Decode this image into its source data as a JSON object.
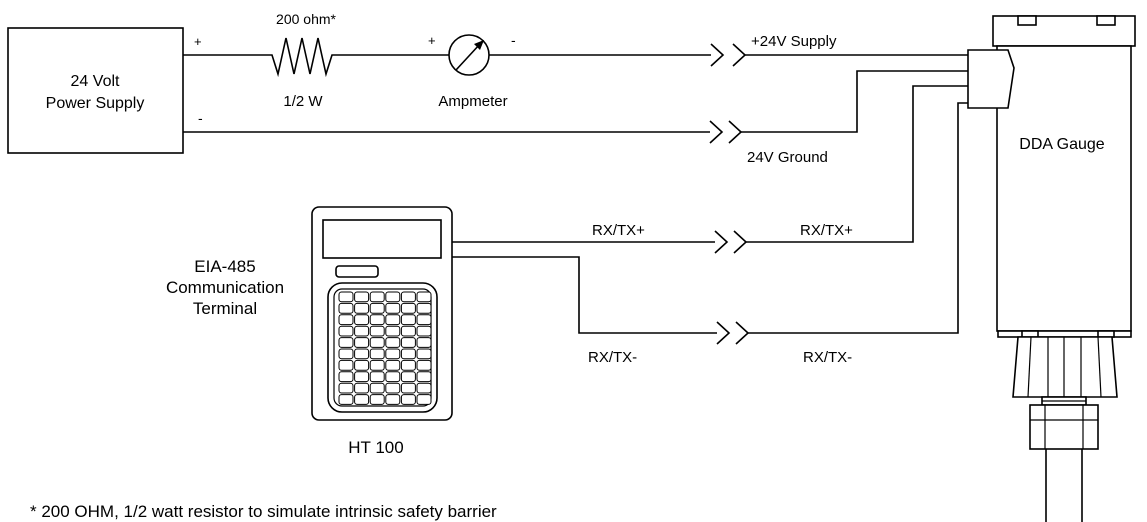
{
  "power_supply": {
    "line1": "24 Volt",
    "line2": "Power Supply",
    "plus": "+",
    "minus": "-"
  },
  "resistor": {
    "value": "200 ohm*",
    "rating": "1/2 W"
  },
  "ampmeter": {
    "label": "Ampmeter",
    "plus": "+",
    "minus": "-"
  },
  "wires": {
    "supply": "+24V Supply",
    "ground": "24V Ground",
    "rxtx_plus_left": "RX/TX+",
    "rxtx_plus_right": "RX/TX+",
    "rxtx_minus_left": "RX/TX-",
    "rxtx_minus_right": "RX/TX-"
  },
  "terminal": {
    "line1": "EIA-485",
    "line2": "Communication",
    "line3": "Terminal",
    "model": "HT 100"
  },
  "gauge": {
    "label": "DDA Gauge"
  },
  "footnote": "* 200 OHM, 1/2 watt resistor to simulate intrinsic safety barrier"
}
